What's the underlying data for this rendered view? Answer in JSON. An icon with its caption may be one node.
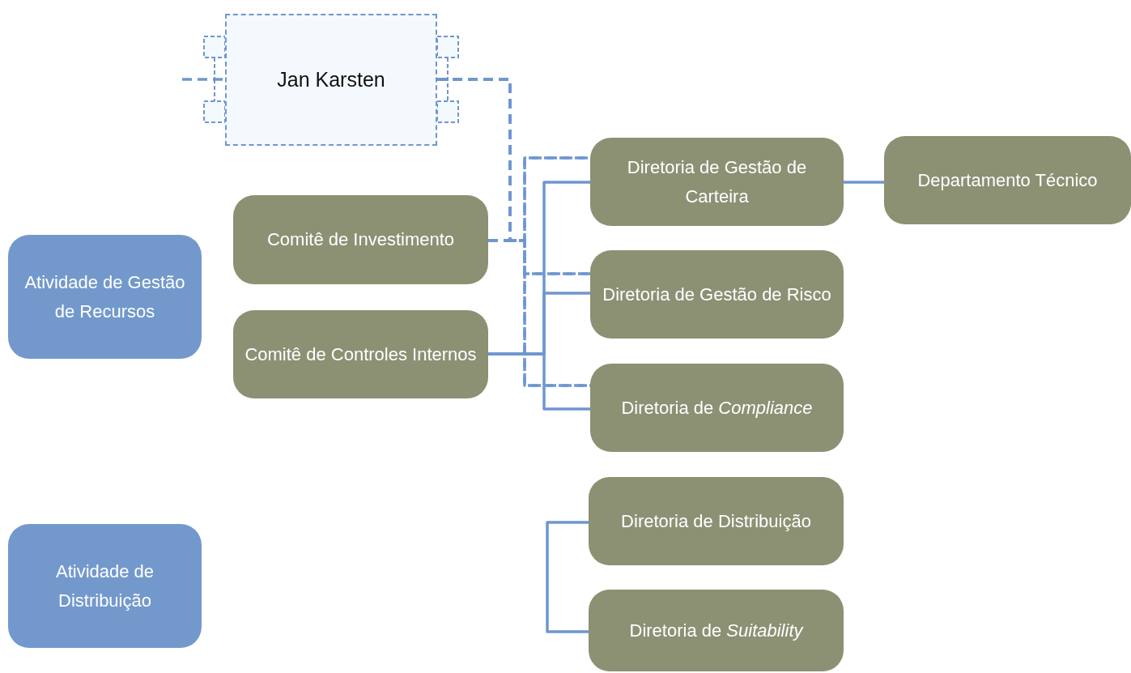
{
  "diagram": {
    "nodes": [
      {
        "text": [
          "Jan Karsten"
        ]
      },
      {
        "text": [
          "Atividade de Gestão de Recursos"
        ]
      },
      {
        "text": [
          "Comitê de Investimento"
        ]
      },
      {
        "text": [
          "Diretoria de Gestão de Carteira"
        ]
      },
      {
        "text": [
          "Departamento Técnico"
        ]
      },
      {
        "text": [
          "Comitê de Controles Internos"
        ]
      },
      {
        "text": [
          "Diretoria de Gestão de Risco"
        ]
      },
      {
        "text": [
          "Diretoria de *Compliance*"
        ]
      },
      {
        "text": [
          "Atividade de Distribuição"
        ]
      },
      {
        "text": [
          "Diretoria de Distribuição"
        ]
      },
      {
        "text": [
          "Diretoria de *Suitability*"
        ]
      }
    ],
    "edges": [
      {
        "from": null,
        "to": 0,
        "arrow": "none",
        "style": "dashed"
      },
      {
        "from": 0,
        "to": 3,
        "arrow": "none",
        "style": "dashed"
      },
      {
        "from": 0,
        "to": 6,
        "arrow": "none",
        "style": "dashed"
      },
      {
        "from": 0,
        "to": 7,
        "arrow": "none",
        "style": "dashed"
      },
      {
        "from": 2,
        "to": 3,
        "arrow": "none",
        "style": "dashed"
      },
      {
        "from": 2,
        "to": 6,
        "arrow": "none",
        "style": "dashed"
      },
      {
        "from": 2,
        "to": 7,
        "arrow": "none",
        "style": "dashed"
      },
      {
        "from": 3,
        "to": 4,
        "arrow": "none"
      },
      {
        "from": 5,
        "to": 3,
        "arrow": "none"
      },
      {
        "from": 5,
        "to": 6,
        "arrow": "none"
      },
      {
        "from": 5,
        "to": 7,
        "arrow": "none"
      },
      {
        "from": 9,
        "to": 10,
        "arrow": "none"
      }
    ]
  }
}
